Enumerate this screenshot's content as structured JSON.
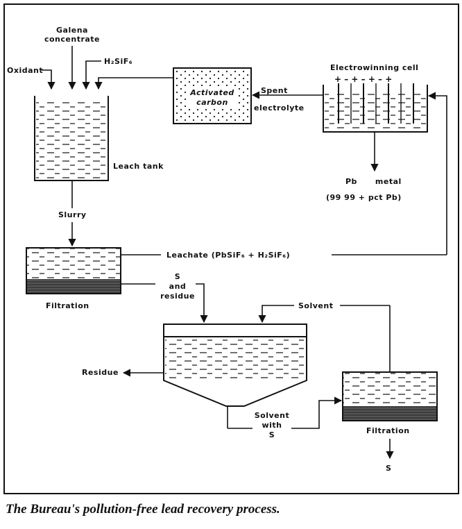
{
  "labels": {
    "galena_1": "Galena",
    "galena_2": "concentrate",
    "oxidant": "Oxidant",
    "h2sif6": "H₂SiF₆",
    "activated_1": "Activated",
    "activated_2": "carbon",
    "spent_1": "Spent",
    "spent_2": "electrolyte",
    "electrowinning": "Electrowinning cell",
    "pb_metal_1": "Pb      metal",
    "pb_metal_2": "(99 99 + pct Pb)",
    "leach_tank": "Leach tank",
    "slurry": "Slurry",
    "leachate": "Leachate (PbSiF₆  + H₂SiF₆)",
    "filtration_1": "Filtration",
    "s_residue_1": "S",
    "s_residue_2": "and",
    "s_residue_3": "residue",
    "solvent": "Solvent",
    "residue": "Residue",
    "solvent_with_1": "Solvent",
    "solvent_with_2": "with",
    "solvent_with_3": "S",
    "filtration_2": "Filtration",
    "s_out": "S"
  },
  "caption": "The Bureau's pollution-free lead recovery process."
}
